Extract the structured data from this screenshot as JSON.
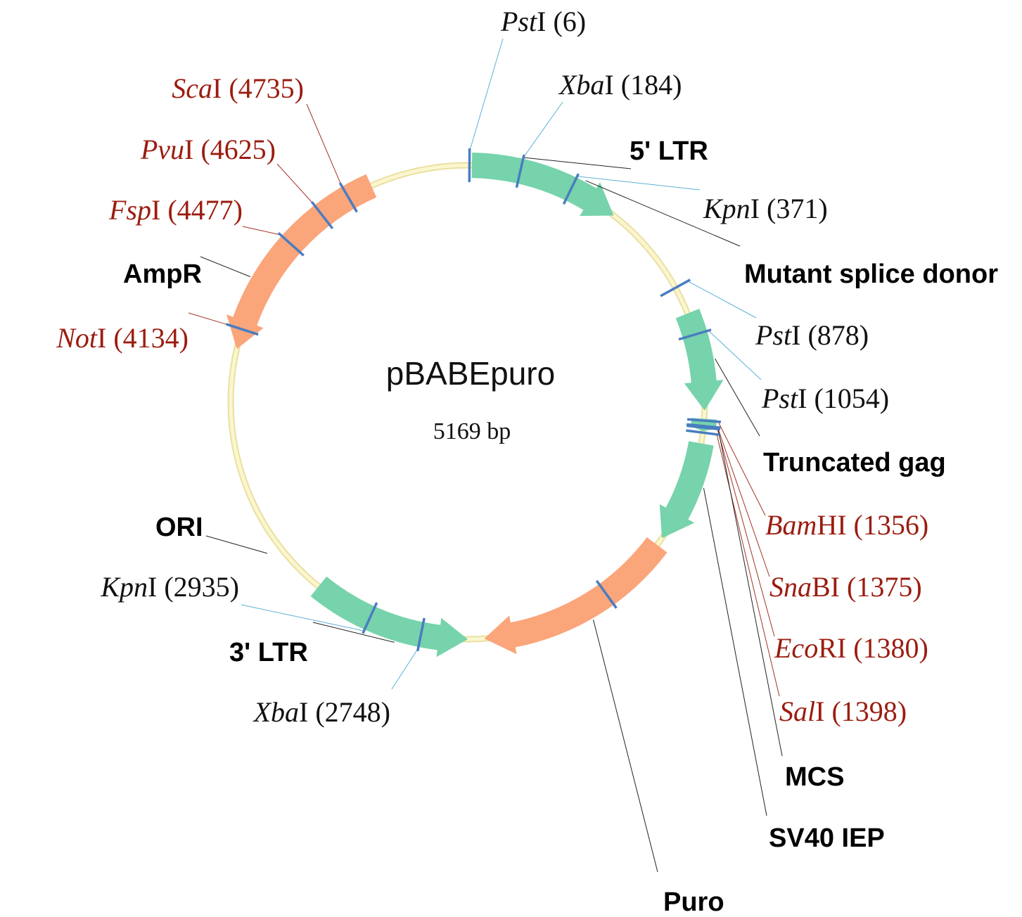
{
  "plasmid": {
    "name": "pBABEpuro",
    "size_label": "5169 bp"
  },
  "colors": {
    "backbone": "#f7f0b4",
    "backbone_edge": "#e8df8f",
    "green_feature": "#76d3ab",
    "orange_feature": "#fba57b",
    "cut_mark": "#4a7dc0",
    "single_cutter_text": "#9b1c10",
    "other_text": "#111111"
  },
  "features": [
    {
      "name": "5' LTR",
      "color": "green"
    },
    {
      "name": "Mutant splice donor",
      "color": "none"
    },
    {
      "name": "Truncated gag",
      "color": "green"
    },
    {
      "name": "MCS",
      "color": "green"
    },
    {
      "name": "SV40 IEP",
      "color": "green"
    },
    {
      "name": "Puro",
      "color": "orange"
    },
    {
      "name": "3' LTR",
      "color": "green"
    },
    {
      "name": "ORI",
      "color": "none"
    },
    {
      "name": "AmpR",
      "color": "orange"
    }
  ],
  "sites": [
    {
      "enzyme_italic": "Pst",
      "enzyme_rest": "I",
      "position": 6,
      "color": "black"
    },
    {
      "enzyme_italic": "Xba",
      "enzyme_rest": "I",
      "position": 184,
      "color": "black"
    },
    {
      "enzyme_italic": "Kpn",
      "enzyme_rest": "I",
      "position": 371,
      "color": "black"
    },
    {
      "enzyme_italic": "Pst",
      "enzyme_rest": "I",
      "position": 878,
      "color": "black"
    },
    {
      "enzyme_italic": "Pst",
      "enzyme_rest": "I",
      "position": 1054,
      "color": "black"
    },
    {
      "enzyme_italic": "Bam",
      "enzyme_rest": "HI",
      "position": 1356,
      "color": "red"
    },
    {
      "enzyme_italic": "Sna",
      "enzyme_rest": "BI",
      "position": 1375,
      "color": "red"
    },
    {
      "enzyme_italic": "Eco",
      "enzyme_rest": "RI",
      "position": 1380,
      "color": "red"
    },
    {
      "enzyme_italic": "Sal",
      "enzyme_rest": "I",
      "position": 1398,
      "color": "red"
    },
    {
      "enzyme_italic": "Xba",
      "enzyme_rest": "I",
      "position": 2748,
      "color": "black"
    },
    {
      "enzyme_italic": "Kpn",
      "enzyme_rest": "I",
      "position": 2935,
      "color": "black"
    },
    {
      "enzyme_italic": "Not",
      "enzyme_rest": "I",
      "position": 4134,
      "color": "red"
    },
    {
      "enzyme_italic": "Fsp",
      "enzyme_rest": "I",
      "position": 4477,
      "color": "red"
    },
    {
      "enzyme_italic": "Pvu",
      "enzyme_rest": "I",
      "position": 4625,
      "color": "red"
    },
    {
      "enzyme_italic": "Sca",
      "enzyme_rest": "I",
      "position": 4735,
      "color": "red"
    }
  ]
}
